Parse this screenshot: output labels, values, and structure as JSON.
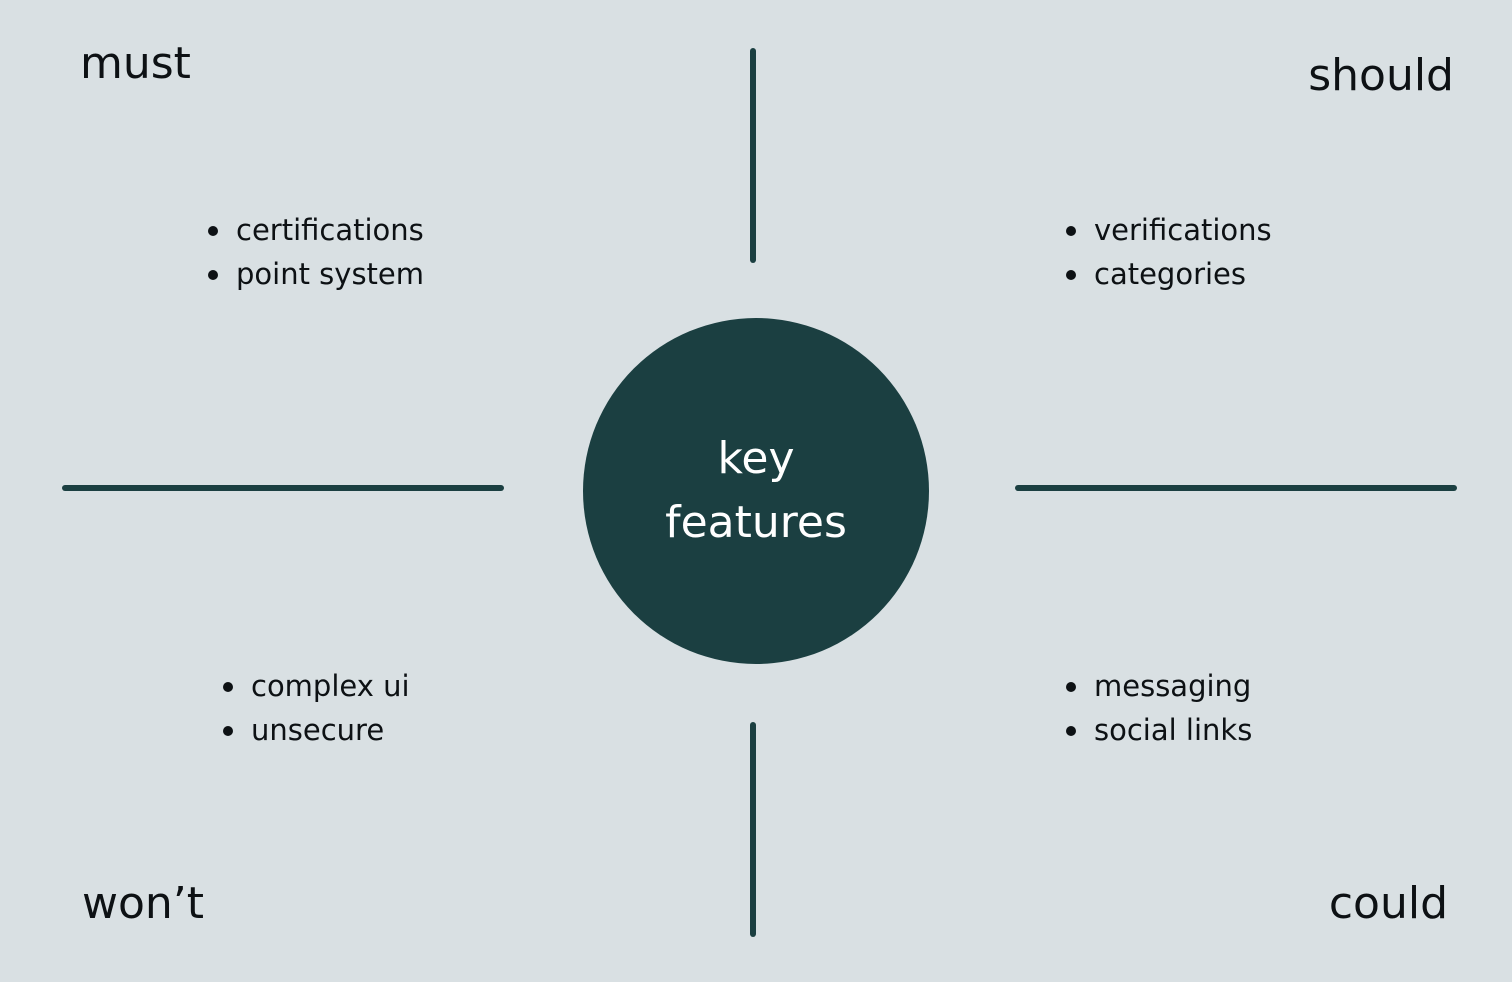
{
  "center": {
    "line1": "key",
    "line2": "features"
  },
  "quadrants": {
    "must": {
      "title": "must",
      "items": [
        "certifications",
        "point system"
      ]
    },
    "should": {
      "title": "should",
      "items": [
        "verifications",
        "categories"
      ]
    },
    "wont": {
      "title": "won’t",
      "items": [
        "complex ui",
        "unsecure"
      ]
    },
    "could": {
      "title": "could",
      "items": [
        "messaging",
        "social links"
      ]
    }
  },
  "colors": {
    "background": "#d9e0e3",
    "accent": "#1b3f41",
    "text": "#0d1114",
    "center_text": "#ffffff"
  }
}
